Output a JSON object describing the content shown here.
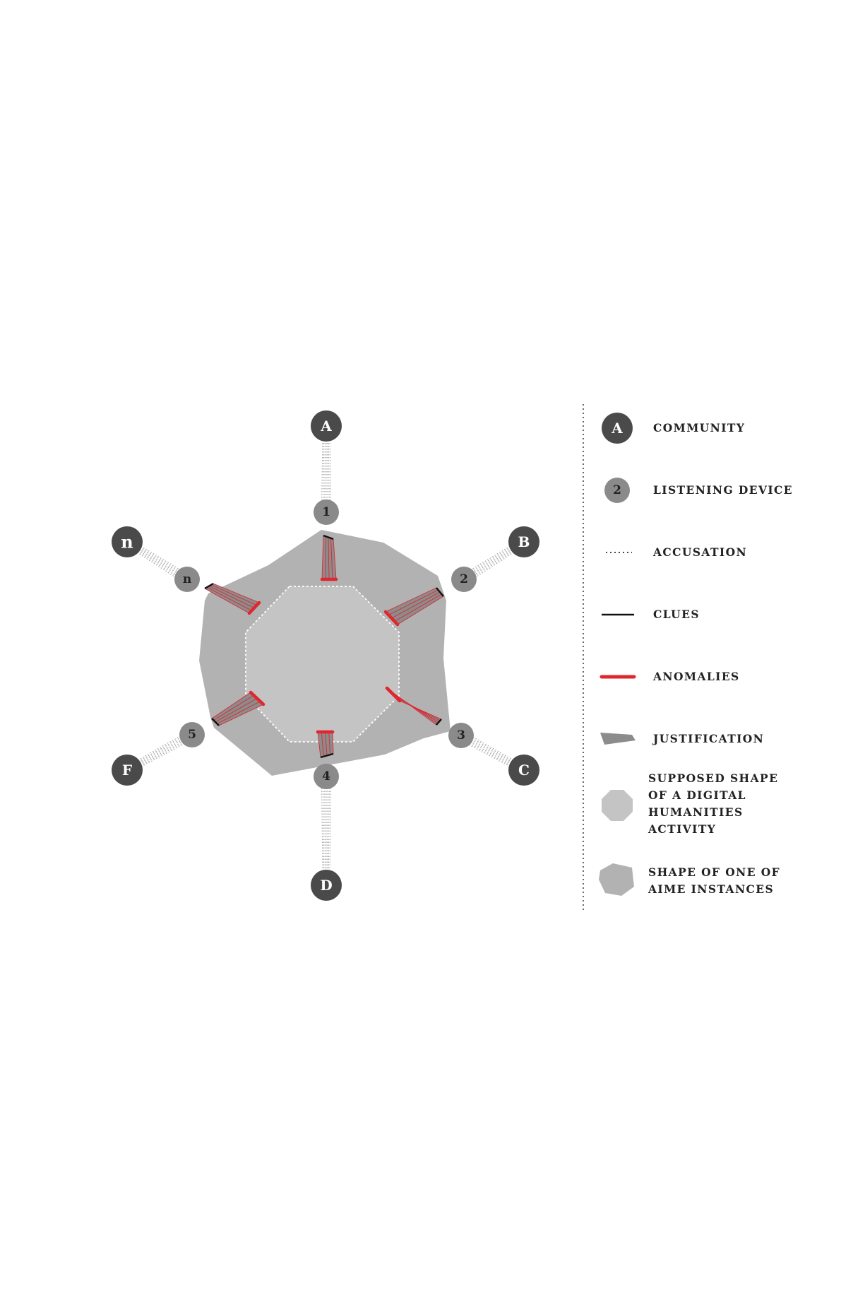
{
  "diagram": {
    "communities": [
      {
        "id": "A",
        "label": "A"
      },
      {
        "id": "B",
        "label": "B"
      },
      {
        "id": "C",
        "label": "C"
      },
      {
        "id": "D",
        "label": "D"
      },
      {
        "id": "F",
        "label": "F"
      },
      {
        "id": "n",
        "label": "n"
      }
    ],
    "listening_devices": [
      {
        "id": "1",
        "label": "1"
      },
      {
        "id": "2",
        "label": "2"
      },
      {
        "id": "3",
        "label": "3"
      },
      {
        "id": "4",
        "label": "4"
      },
      {
        "id": "5",
        "label": "5"
      },
      {
        "id": "n",
        "label": "n"
      }
    ],
    "colors": {
      "community": "#4a4a4a",
      "listening_device": "#8a8a8a",
      "accusation": "#999999",
      "clues": "#111111",
      "anomalies": "#e0262e",
      "justification": "#8c8c8c",
      "supposed_shape": "#c4c4c4",
      "aime_shape": "#b2b2b2"
    }
  },
  "legend": {
    "community": {
      "symbol": "A",
      "label": "COMMUNITY"
    },
    "listening_device": {
      "symbol": "2",
      "label": "LISTENING DEVICE"
    },
    "accusation": {
      "label": "ACCUSATION"
    },
    "clues": {
      "label": "CLUES"
    },
    "anomalies": {
      "label": "ANOMALIES"
    },
    "justification": {
      "label": "JUSTIFICATION"
    },
    "supposed_shape": {
      "lines": [
        "SUPPOSED SHAPE",
        "OF A DIGITAL",
        "HUMANITIES",
        "ACTIVITY"
      ]
    },
    "aime_shape": {
      "lines": [
        "SHAPE OF ONE OF",
        "AIME INSTANCES"
      ]
    }
  }
}
